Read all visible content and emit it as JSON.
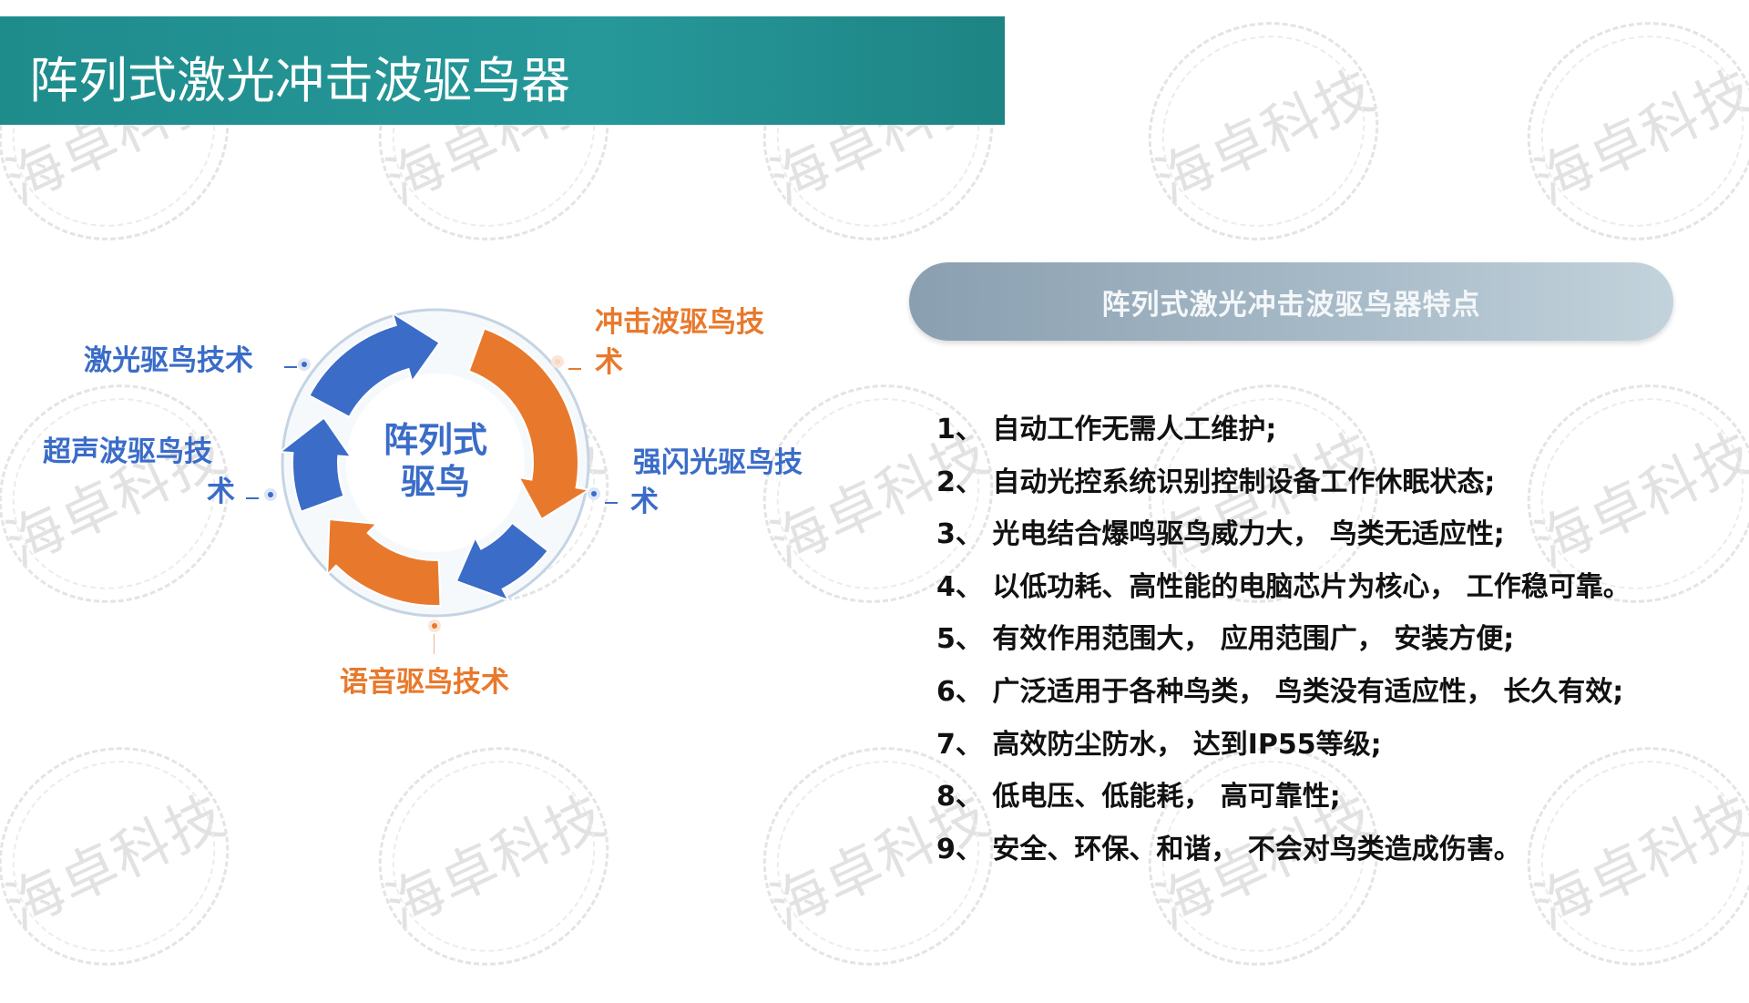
{
  "watermark": {
    "text": "海卓科技"
  },
  "header": {
    "title": "阵列式激光冲击波驱鸟器"
  },
  "diagram": {
    "center_line1": "阵列式",
    "center_line2": "驱鸟",
    "labels": {
      "laser": "激光驱鸟技术",
      "shockwave_1": "冲击波驱鸟技",
      "shockwave_2": "术",
      "ultrasonic_1": "超声波驱鸟技",
      "ultrasonic_2": "术",
      "strobe_1": "强闪光驱鸟技",
      "strobe_2": "术",
      "voice": "语音驱鸟技术"
    },
    "colors": {
      "blue": "#3a6cc8",
      "orange": "#e8792c"
    }
  },
  "features": {
    "title": "阵列式激光冲击波驱鸟器特点",
    "items": [
      "1、 自动工作无需人工维护;",
      "2、 自动光控系统识别控制设备工作休眠状态;",
      "3、 光电结合爆鸣驱鸟威力大， 鸟类无适应性;",
      "4、 以低功耗、高性能的电脑芯片为核心， 工作稳可靠。",
      "5、 有效作用范围大， 应用范围广， 安装方便;",
      "6、 广泛适用于各种鸟类， 鸟类没有适应性， 长久有效;",
      "7、 高效防尘防水， 达到IP55等级;",
      "8、 低电压、低能耗， 高可靠性;",
      "9、 安全、环保、和谐， 不会对鸟类造成伤害。"
    ]
  }
}
